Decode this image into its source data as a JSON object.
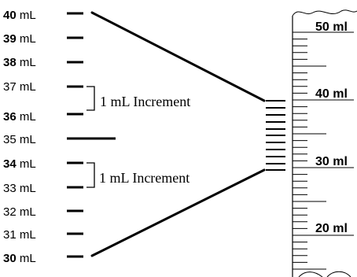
{
  "scale": {
    "marks": [
      {
        "num": "40",
        "unit": " mL"
      },
      {
        "num": "39",
        "unit": " mL"
      },
      {
        "num": "38",
        "unit": " mL"
      },
      {
        "num": "37",
        "unit": " mL"
      },
      {
        "num": "36",
        "unit": " mL"
      },
      {
        "num": "35",
        "unit": " mL"
      },
      {
        "num": "34",
        "unit": " mL"
      },
      {
        "num": "33",
        "unit": " mL"
      },
      {
        "num": "32",
        "unit": " mL"
      },
      {
        "num": "31",
        "unit": " mL"
      },
      {
        "num": "30",
        "unit": " mL"
      }
    ]
  },
  "brackets": {
    "upper_label": "1 mL Increment",
    "lower_label": "1 mL Increment"
  },
  "cylinder": {
    "labels": [
      "50 ml",
      "40 ml",
      "30 ml",
      "20 ml"
    ]
  },
  "colors": {
    "ink": "#000000",
    "background": "#ffffff"
  }
}
